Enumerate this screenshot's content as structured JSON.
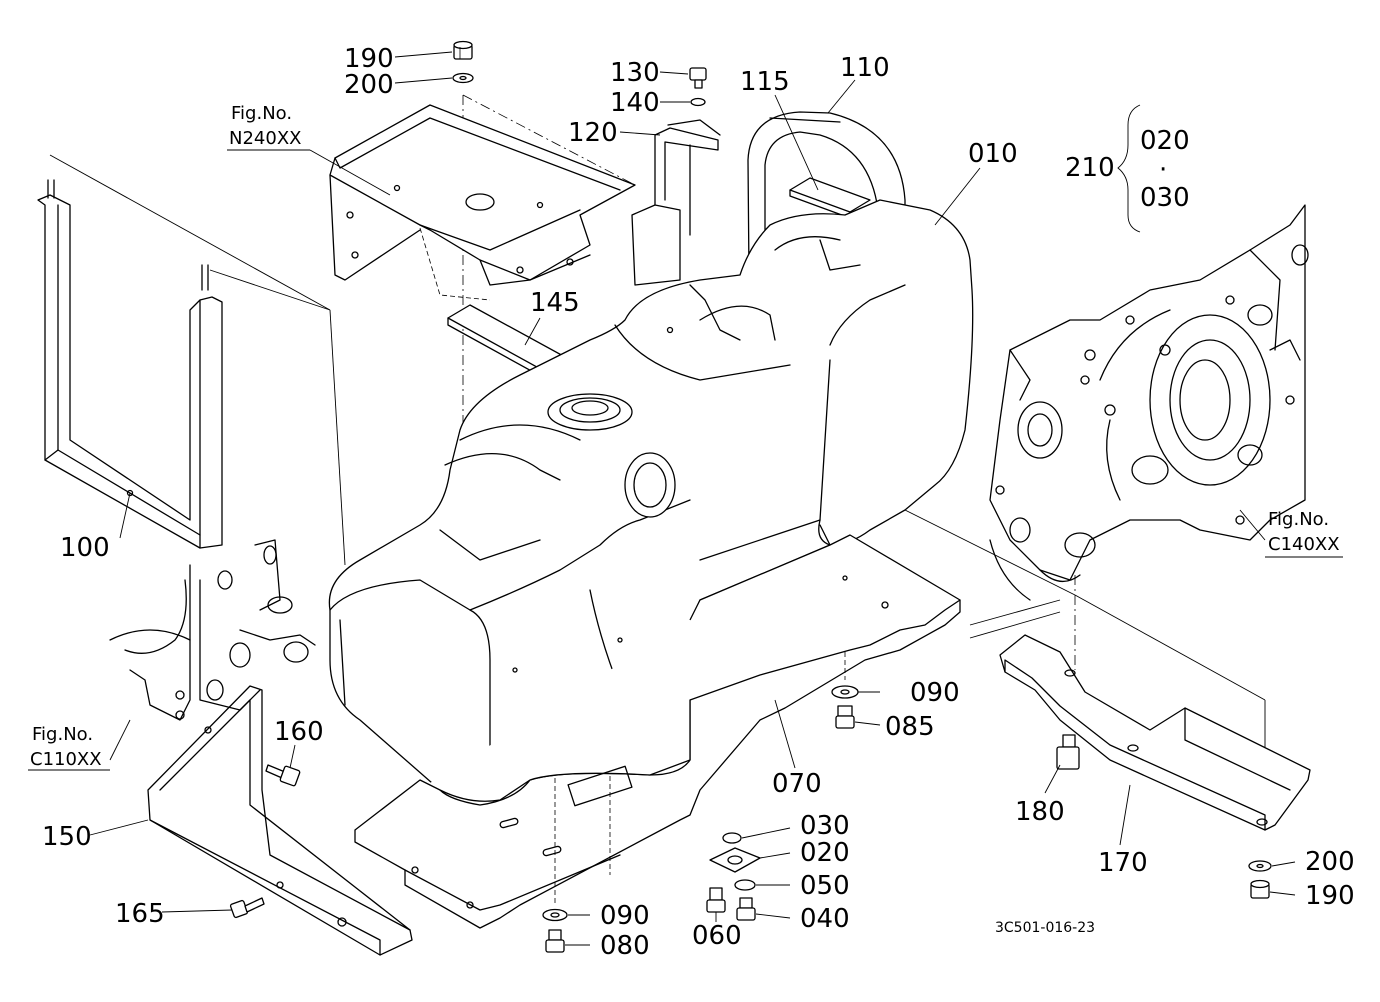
{
  "diagram_code": "3C501-016-23",
  "fig_refs": [
    {
      "label": "Fig.No.",
      "code": "N240XX"
    },
    {
      "label": "Fig.No.",
      "code": "C140XX"
    },
    {
      "label": "Fig.No.",
      "code": "C110XX"
    }
  ],
  "parts": {
    "p010": "010",
    "p020": "020",
    "p020b": "020",
    "p030": "030",
    "p030b": "030",
    "p040": "040",
    "p050": "050",
    "p060": "060",
    "p070": "070",
    "p080": "080",
    "p085": "085",
    "p090a": "090",
    "p090b": "090",
    "p100": "100",
    "p110": "110",
    "p115": "115",
    "p120": "120",
    "p130": "130",
    "p140": "140",
    "p145": "145",
    "p150": "150",
    "p160": "160",
    "p165": "165",
    "p170": "170",
    "p180": "180",
    "p190a": "190",
    "p190b": "190",
    "p200a": "200",
    "p200b": "200",
    "p210": "210",
    "dot": "·"
  }
}
